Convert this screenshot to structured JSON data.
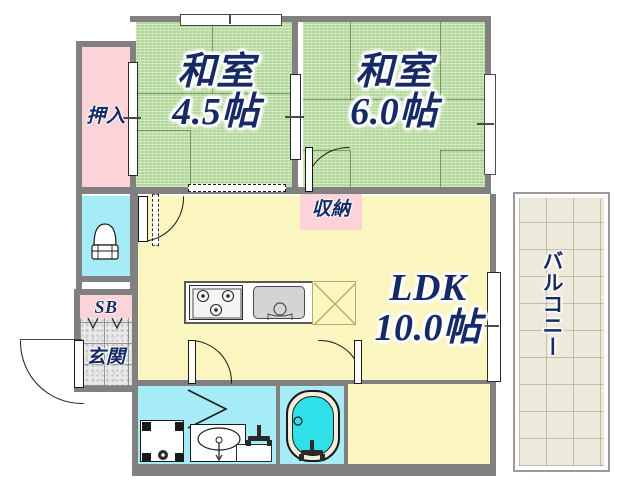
{
  "plan": {
    "type": "japanese-apartment-floorplan",
    "layout_code": "2LDK",
    "background": "#ffffff",
    "wall_color": "#808080",
    "label_color": "#152a66"
  },
  "rooms": [
    {
      "id": "washitsu-45",
      "label_line1": "和室",
      "label_line2": "4.5帖",
      "fill": "#b3d89a",
      "kind": "tatami",
      "size_jo": 4.5
    },
    {
      "id": "washitsu-60",
      "label_line1": "和室",
      "label_line2": "6.0帖",
      "fill": "#b3d89a",
      "kind": "tatami",
      "size_jo": 6.0
    },
    {
      "id": "ldk",
      "label_line1": "LDK",
      "label_line2": "10.0帖",
      "fill": "#fbf5c0",
      "kind": "living",
      "size_jo": 10.0
    },
    {
      "id": "oshiire",
      "label_line1": "押入",
      "label_line2": "",
      "fill": "#fbd3d8",
      "kind": "closet",
      "size_jo": null
    },
    {
      "id": "shuno",
      "label_line1": "収納",
      "label_line2": "",
      "fill": "#fbd3d8",
      "kind": "storage",
      "size_jo": null
    },
    {
      "id": "shoe-box",
      "label_line1": "SB",
      "label_line2": "",
      "fill": "#fbd3d8",
      "kind": "shoebox",
      "size_jo": null
    },
    {
      "id": "genkan",
      "label_line1": "玄関",
      "label_line2": "",
      "fill": "#e9e9e9",
      "kind": "entrance",
      "size_jo": null
    },
    {
      "id": "balcony",
      "label_line1": "バルコニー",
      "label_line2": "",
      "fill": "#eeeadb",
      "kind": "balcony",
      "size_jo": null
    },
    {
      "id": "toilet",
      "label_line1": "",
      "label_line2": "",
      "fill": "#a6ecf7",
      "kind": "toilet",
      "size_jo": null
    },
    {
      "id": "washroom",
      "label_line1": "",
      "label_line2": "",
      "fill": "#a6ecf7",
      "kind": "washroom",
      "size_jo": null
    },
    {
      "id": "bathroom",
      "label_line1": "",
      "label_line2": "",
      "fill": "#a6ecf7",
      "kind": "bath",
      "size_jo": null
    }
  ],
  "labels": {
    "washitsu_45_top": "和室",
    "washitsu_45_bottom": "4.5帖",
    "washitsu_60_top": "和室",
    "washitsu_60_bottom": "6.0帖",
    "ldk_top": "LDK",
    "ldk_bottom": "10.0帖",
    "oshiire": "押入",
    "shuno": "収納",
    "shoe_box": "SB",
    "genkan": "玄関",
    "balcony": "バルコニー"
  },
  "fixtures": [
    {
      "id": "gas-stove",
      "name": "3-burner gas stove"
    },
    {
      "id": "kitchen-sink",
      "name": "kitchen sink"
    },
    {
      "id": "refrigerator",
      "name": "refrigerator space"
    },
    {
      "id": "toilet-bowl",
      "name": "western toilet"
    },
    {
      "id": "washer-pan",
      "name": "washing machine pan"
    },
    {
      "id": "vanity-basin",
      "name": "vanity wash basin"
    },
    {
      "id": "bathtub",
      "name": "bathtub"
    }
  ],
  "openings": [
    {
      "id": "window-north-45",
      "type": "window"
    },
    {
      "id": "window-east-60",
      "type": "window"
    },
    {
      "id": "balcony-slider",
      "type": "sliding-door"
    },
    {
      "id": "fusuma-45-60",
      "type": "sliding-partition"
    },
    {
      "id": "fusuma-45-ldk",
      "type": "sliding-partition"
    },
    {
      "id": "oshiire-slider",
      "type": "sliding-door"
    },
    {
      "id": "shuno-door",
      "type": "hinged-door"
    },
    {
      "id": "entrance-door",
      "type": "hinged-door"
    },
    {
      "id": "toilet-door",
      "type": "hinged-door"
    },
    {
      "id": "washroom-door",
      "type": "hinged-door"
    },
    {
      "id": "bath-door",
      "type": "folding-door"
    },
    {
      "id": "ldk-60-door",
      "type": "hinged-door"
    }
  ]
}
